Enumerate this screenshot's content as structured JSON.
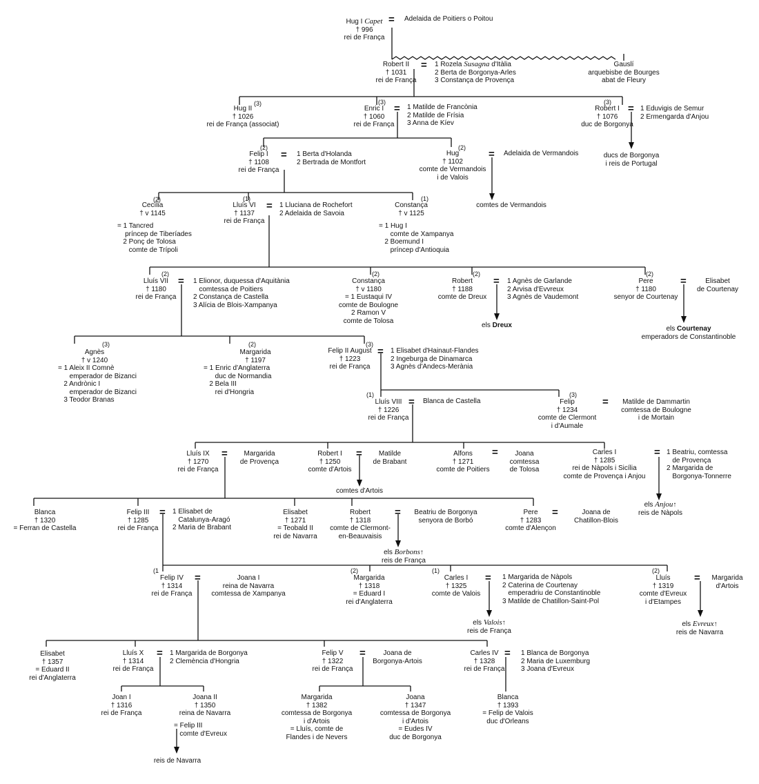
{
  "people": {
    "hug1": [
      "Hug I |Capet|",
      "† 996",
      "rei de França"
    ],
    "adelaida_poitiers": [
      "Adelaida de Poitiers o Poitou"
    ],
    "robert2": [
      "Robert II",
      "† 1031",
      "rei de França"
    ],
    "robert2_wives": [
      "1 Rozela |Susagna| d'Itàlia",
      "2 Berta de Borgonya-Arles",
      "3 Constança de Provença"
    ],
    "gausli": [
      "Gauslí",
      "arquebisbe de Bourges",
      "abat de Fleury"
    ],
    "hug2": [
      "Hug II",
      "† 1026",
      "rei de França (associat)"
    ],
    "enric1": [
      "Enric I",
      "† 1060",
      "rei de França"
    ],
    "enric1_wives": [
      "1 Matilde de Francònia",
      "2 Matilde de Frísia",
      "3 Anna de Kíev"
    ],
    "robert1_borg": [
      "Robert I",
      "† 1076",
      "duc de Borgonya"
    ],
    "robert1_borg_wives": [
      "1 Eduvigis de Semur",
      "2 Ermengarda d'Anjou"
    ],
    "ducs_borgonya": [
      "ducs de Borgonya",
      "i reis de Portugal"
    ],
    "felip1": [
      "Felip I",
      "† 1108",
      "rei de França"
    ],
    "felip1_wives": [
      "1 Berta d'Holanda",
      "2 Bertrada de Montfort"
    ],
    "hug_verm": [
      "Hug",
      "† 1102",
      "comte de Vermandois",
      "i de Valois"
    ],
    "adelaida_verm": [
      "Adelaida de Vermandois"
    ],
    "comtes_verm": [
      "comtes de Vermandois"
    ],
    "cecilia": [
      "Cecília",
      "† v 1145"
    ],
    "cecilia_sp": [
      "= 1 Tancred",
      "    príncep de Tiberíades",
      "   2 Ponç de Tolosa",
      "      comte de Trípoli"
    ],
    "lluis6": [
      "Lluís VI",
      "† 1137",
      "rei de França"
    ],
    "lluis6_wives": [
      "1 Lluciana de Rochefort",
      "2 Adelaida de Savoia"
    ],
    "constanca1": [
      "Constança",
      "† v 1125"
    ],
    "constanca1_sp": [
      "= 1 Hug I",
      "      comte de Xampanya",
      "   2 Boemund I",
      "      príncep d'Antioquia"
    ],
    "lluis7": [
      "Lluís VII",
      "† 1180",
      "rei de França"
    ],
    "lluis7_wives": [
      "1 Elionor, duquessa d'Aquitània",
      "   comtessa de Poitiers",
      "2 Constança de Castella",
      "3 Alícia de Blois-Xampanya"
    ],
    "constanca2": [
      "Constança",
      "† v 1180",
      "= 1 Eustaqui IV",
      "comte de Boulogne",
      "2 Ramon V",
      "comte de Tolosa"
    ],
    "robert_dreux": [
      "Robert",
      "† 1188",
      "comte de Dreux"
    ],
    "robert_dreux_wives": [
      "1 Agnès de Garlande",
      "2 Arvisa d'Evvreux",
      "3 Agnès de Vaudemont"
    ],
    "els_dreux": [
      "els |Dreux|"
    ],
    "pere_court": [
      "Pere",
      "† 1180",
      "senyor de Courtenay"
    ],
    "elisabet_court": [
      "Elisabet",
      "de Courtenay"
    ],
    "els_courtenay": [
      "els |Courtenay|",
      "emperadors de Constantinoble"
    ],
    "agnes": [
      "Agnès",
      "† v 1240"
    ],
    "agnes_sp": [
      "= 1 Aleix II Comnè",
      "      emperador de Bizanci",
      "   2 Andrònic I",
      "      emperador de Bizanci",
      "   3 Teodor Branas"
    ],
    "margarida1": [
      "Margarida",
      "† 1197"
    ],
    "margarida1_sp": [
      "= 1 Enric d'Anglaterra",
      "      duc de Normandia",
      "   2 Bela III",
      "      rei d'Hongria"
    ],
    "felip2": [
      "Felip II August",
      "† 1223",
      "rei de França"
    ],
    "felip2_wives": [
      "1 Elisabet d'Hainaut-Flandes",
      "2 Ingeburga de Dinamarca",
      "3 Agnès d'Andecs-Merània"
    ],
    "lluis8": [
      "Lluís VIII",
      "† 1226",
      "rei de França"
    ],
    "blanca_castella": [
      "Blanca de Castella"
    ],
    "felip_clermont": [
      "Felip",
      "† 1234",
      "comte de Clermont",
      "i d'Aumale"
    ],
    "matilde_damm": [
      "Matilde de Dammartin",
      "comtessa de Boulogne",
      "i de Mortain"
    ],
    "lluis9": [
      "Lluís IX",
      "† 1270",
      "rei de França"
    ],
    "marg_provenca": [
      "Margarida",
      "de Provença"
    ],
    "robert1_artois": [
      "Robert I",
      "† 1250",
      "comte d'Artois"
    ],
    "matilde_brabant": [
      "Matilde",
      "de Brabant"
    ],
    "comtes_artois": [
      "comtes d'Artois"
    ],
    "alfons": [
      "Alfons",
      "† 1271",
      "comte de Poitiers"
    ],
    "joana_tolosa": [
      "Joana",
      "comtessa",
      "de Tolosa"
    ],
    "carles1_anjou": [
      "Carles I",
      "† 1285",
      "rei de Nàpols i Sicília",
      "comte de Provença i Anjou"
    ],
    "carles1_anjou_wives": [
      "1 Beatriu, comtessa",
      "   de Provença",
      "2 Margarida de",
      "   Borgonya-Tonnerre"
    ],
    "els_anjou": [
      "els |Anjou|↑",
      "reis de Nàpols"
    ],
    "blanca1320": [
      "Blanca",
      "† 1320",
      "= Ferran de Castella"
    ],
    "felip3": [
      "Felip III",
      "† 1285",
      "rei de França"
    ],
    "felip3_wives": [
      "1 Elisabet de",
      "   Catalunya-Aragó",
      "2 Maria de Brabant"
    ],
    "elisabet1271": [
      "Elisabet",
      "† 1271",
      "= Teobald II",
      "rei de Navarra"
    ],
    "robert_clermont": [
      "Robert",
      "† 1318",
      "comte de Clermont-",
      "en-Beauvaisis"
    ],
    "beatriu_borbo": [
      "Beatriu de Borgonya",
      "senyora de Borbó"
    ],
    "els_borbons": [
      "els |Borbons|↑",
      "reis de França"
    ],
    "pere_alencon": [
      "Pere",
      "† 1283",
      "comte d'Alençon"
    ],
    "joana_chatillon": [
      "Joana de",
      "Chatillon-Blois"
    ],
    "felip4": [
      "Felip IV",
      "† 1314",
      "rei de França"
    ],
    "joana_navarra": [
      "Joana I",
      "reina de Navarra",
      "comtessa de Xampanya"
    ],
    "margarida1318": [
      "Margarida",
      "† 1318",
      "= Eduard I",
      "rei d'Anglaterra"
    ],
    "carles1_valois": [
      "Carles I",
      "† 1325",
      "comte de Valois"
    ],
    "carles1_valois_wives": [
      "1 Margarida de Nàpols",
      "2 Caterina de Courtenay",
      "   emperadriu de Constantinoble",
      "3 Matilde de Chatillon-Saint-Pol"
    ],
    "els_valois": [
      "els |Valois|↑",
      "reis de França"
    ],
    "lluis_evreux": [
      "Lluís",
      "† 1319",
      "comte d'Evreux",
      "i d'Etampes"
    ],
    "marg_artois": [
      "Margarida",
      "d'Artois"
    ],
    "els_evreux": [
      "els |Evreux|↑",
      "reis de Navarra"
    ],
    "elisabet1357": [
      "Elisabet",
      "† 1357",
      "= Eduard II",
      "rei d'Anglaterra"
    ],
    "lluis10": [
      "Lluís X",
      "† 1314",
      "rei de França"
    ],
    "lluis10_wives": [
      "1 Margarida de Borgonya",
      "2 Clemència d'Hongria"
    ],
    "felip5": [
      "Felip V",
      "† 1322",
      "rei de França"
    ],
    "joana_borg_artois": [
      "Joana de",
      "Borgonya-Artois"
    ],
    "carles4": [
      "Carles IV",
      "† 1328",
      "rei de França"
    ],
    "carles4_wives": [
      "1 Blanca de Borgonya",
      "2 Maria de Luxemburg",
      "3 Joana d'Evreux"
    ],
    "joan1": [
      "Joan I",
      "† 1316",
      "rei de França"
    ],
    "joana2": [
      "Joana II",
      "† 1350",
      "reina de Navarra"
    ],
    "felip3_evreux": [
      "= Felip III",
      "   comte d'Evreux"
    ],
    "reis_navarra": [
      "reis de Navarra"
    ],
    "margarida1382": [
      "Margarida",
      "† 1382",
      "comtessa de Borgonya",
      "i d'Artois",
      "= Lluís, comte de",
      "Flandes i de Nevers"
    ],
    "joana1347": [
      "Joana",
      "† 1347",
      "comtessa de Borgonya",
      "i d'Artois",
      "= Eudes IV",
      "duc de Borgonya"
    ],
    "blanca1393": [
      "Blanca",
      "† 1393",
      "= Felip de Valois",
      "duc d'Orleans"
    ]
  },
  "order_marks": {
    "hug2": "(3)",
    "enric1": "(3)",
    "robert1_borg": "(3)",
    "felip1": "(2)",
    "hug_verm": "(2)",
    "cecilia": "(2)",
    "lluis6": "(1)",
    "constanca1": "(1)",
    "lluis7": "(2)",
    "constanca2": "(2)",
    "robert_dreux": "(2)",
    "pere_court": "(2)",
    "agnes": "(3)",
    "margarida1": "(2)",
    "felip2": "(3)",
    "lluis8": "(1)",
    "felip_clermont": "(3)",
    "felip4": "(1",
    "margarida1318": "(2)",
    "carles1_valois": "(1)",
    "lluis_evreux": "(2)"
  }
}
